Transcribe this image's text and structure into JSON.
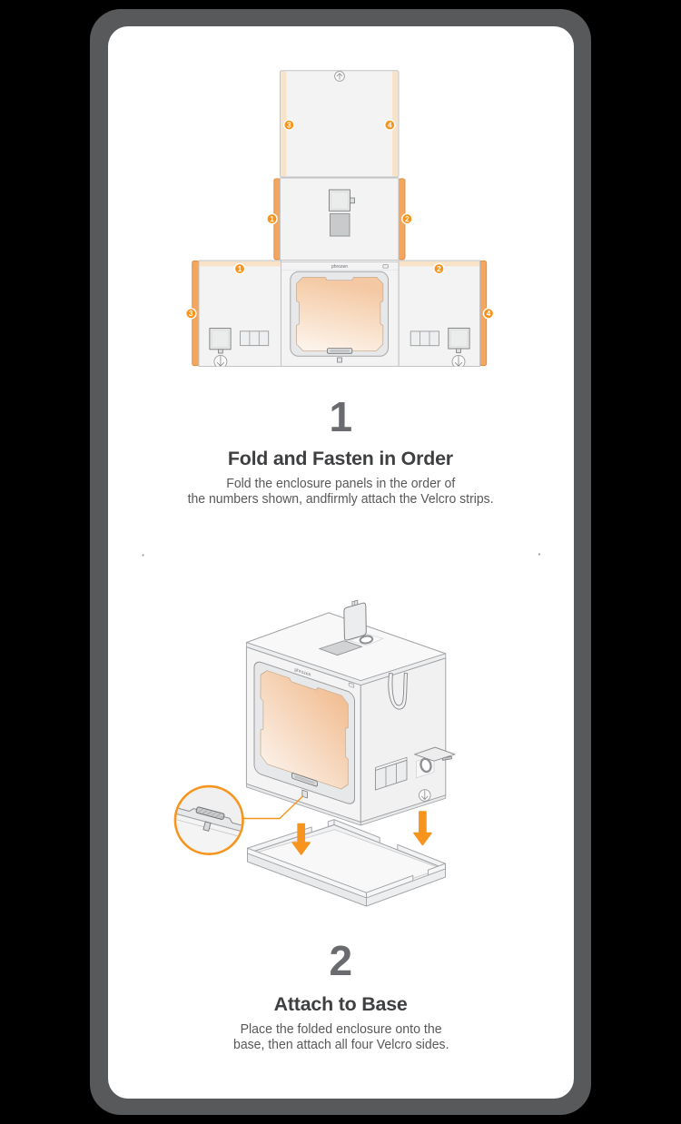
{
  "colors": {
    "background": "#000000",
    "outer_frame": "#58595b",
    "card": "#ffffff",
    "accent_orange": "#f7941d",
    "velcro_strip_orange": "#f3a65f",
    "velcro_strip_peach": "#f8e2c8",
    "step_number_gray": "#6a6b6e",
    "heading_gray": "#3e3f41",
    "body_gray": "#58585a"
  },
  "brand": {
    "front_panel_logo": "phrozen"
  },
  "steps": [
    {
      "number": "1",
      "title": "Fold and Fasten in Order",
      "body_lines": [
        "Fold the enclosure panels in the order of",
        "the numbers shown, andfirmly attach the Velcro strips."
      ]
    },
    {
      "number": "2",
      "title": "Attach to Base",
      "body_lines": [
        "Place the folded enclosure onto the",
        "base, then attach all four Velcro sides."
      ]
    }
  ],
  "illustration1": {
    "description": "unfolded enclosure panels laid flat with numbered velcro strips",
    "badges": {
      "back_left": "3",
      "back_right": "4",
      "lid_left": "1",
      "lid_right": "2",
      "side_left_top": "1",
      "side_right_top": "2",
      "side_left_edge": "3",
      "side_right_edge": "4"
    }
  },
  "illustration2": {
    "description": "folded enclosure box placed onto base plate with velcro detail magnified"
  }
}
